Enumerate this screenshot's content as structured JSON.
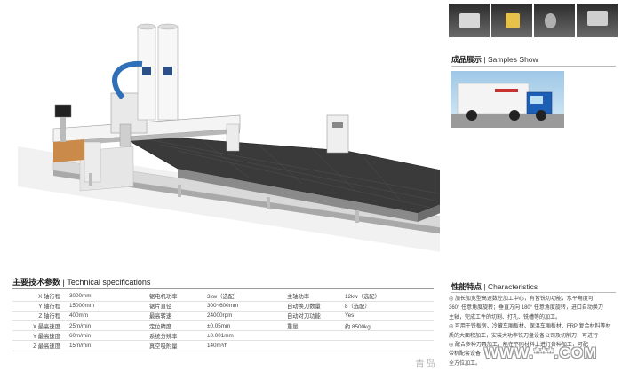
{
  "right_column": {
    "samples_title_cn": "成品展示",
    "samples_title_en": "Samples Show",
    "characteristics_title_cn": "性能特点",
    "characteristics_title_en": "Characteristics",
    "characteristics_lines": [
      "◎ 加长加宽型高速数控加工中心，有皆铣切功能，水平角度可",
      "360° 任意角度旋转；垂直方向 180° 任意角度旋转，进口自动换刀",
      "主轴，完成工件的切割、打孔、铣槽等的加工。",
      "◎ 可用于铁板房、冷藏车厢板材、保温车厢板材、FRP 复合材料等材",
      "质的大面积加工，安装大功率铣刀盘设备公司及切削刀，可进行",
      "◎ 配合多种刀具加工，能在不同材料上进行各种加工，可配",
      "带机配套设备（可选），可实现",
      "全方位加工。"
    ]
  },
  "specs": {
    "title_cn": "主要技术参数",
    "title_en": "Technical specifications",
    "rows": [
      [
        "X 轴行程",
        "3000mm",
        "锯电机功率",
        "3kw（选配）",
        "主轴功率",
        "12kw（选配）"
      ],
      [
        "Y 轴行程",
        "15000mm",
        "锯片直径",
        "300~600mm",
        "自动换刀数量",
        "8（选配）"
      ],
      [
        "Z 轴行程",
        "400mm",
        "最高转速",
        "24000rpm",
        "自动对刀功能",
        "Yes"
      ],
      [
        "X 最高速度",
        "25m/min",
        "定位精度",
        "±0.05mm",
        "重量",
        "约 8500kg"
      ],
      [
        "Y 最高速度",
        "60m/min",
        "系统分辨率",
        "±0.001mm",
        "",
        ""
      ],
      [
        "Z 最高速度",
        "15m/min",
        "真空吸附量",
        "140m³/h",
        "",
        ""
      ]
    ]
  },
  "watermark": {
    "cn": "青岛",
    "en": "WWW.***.COM"
  }
}
